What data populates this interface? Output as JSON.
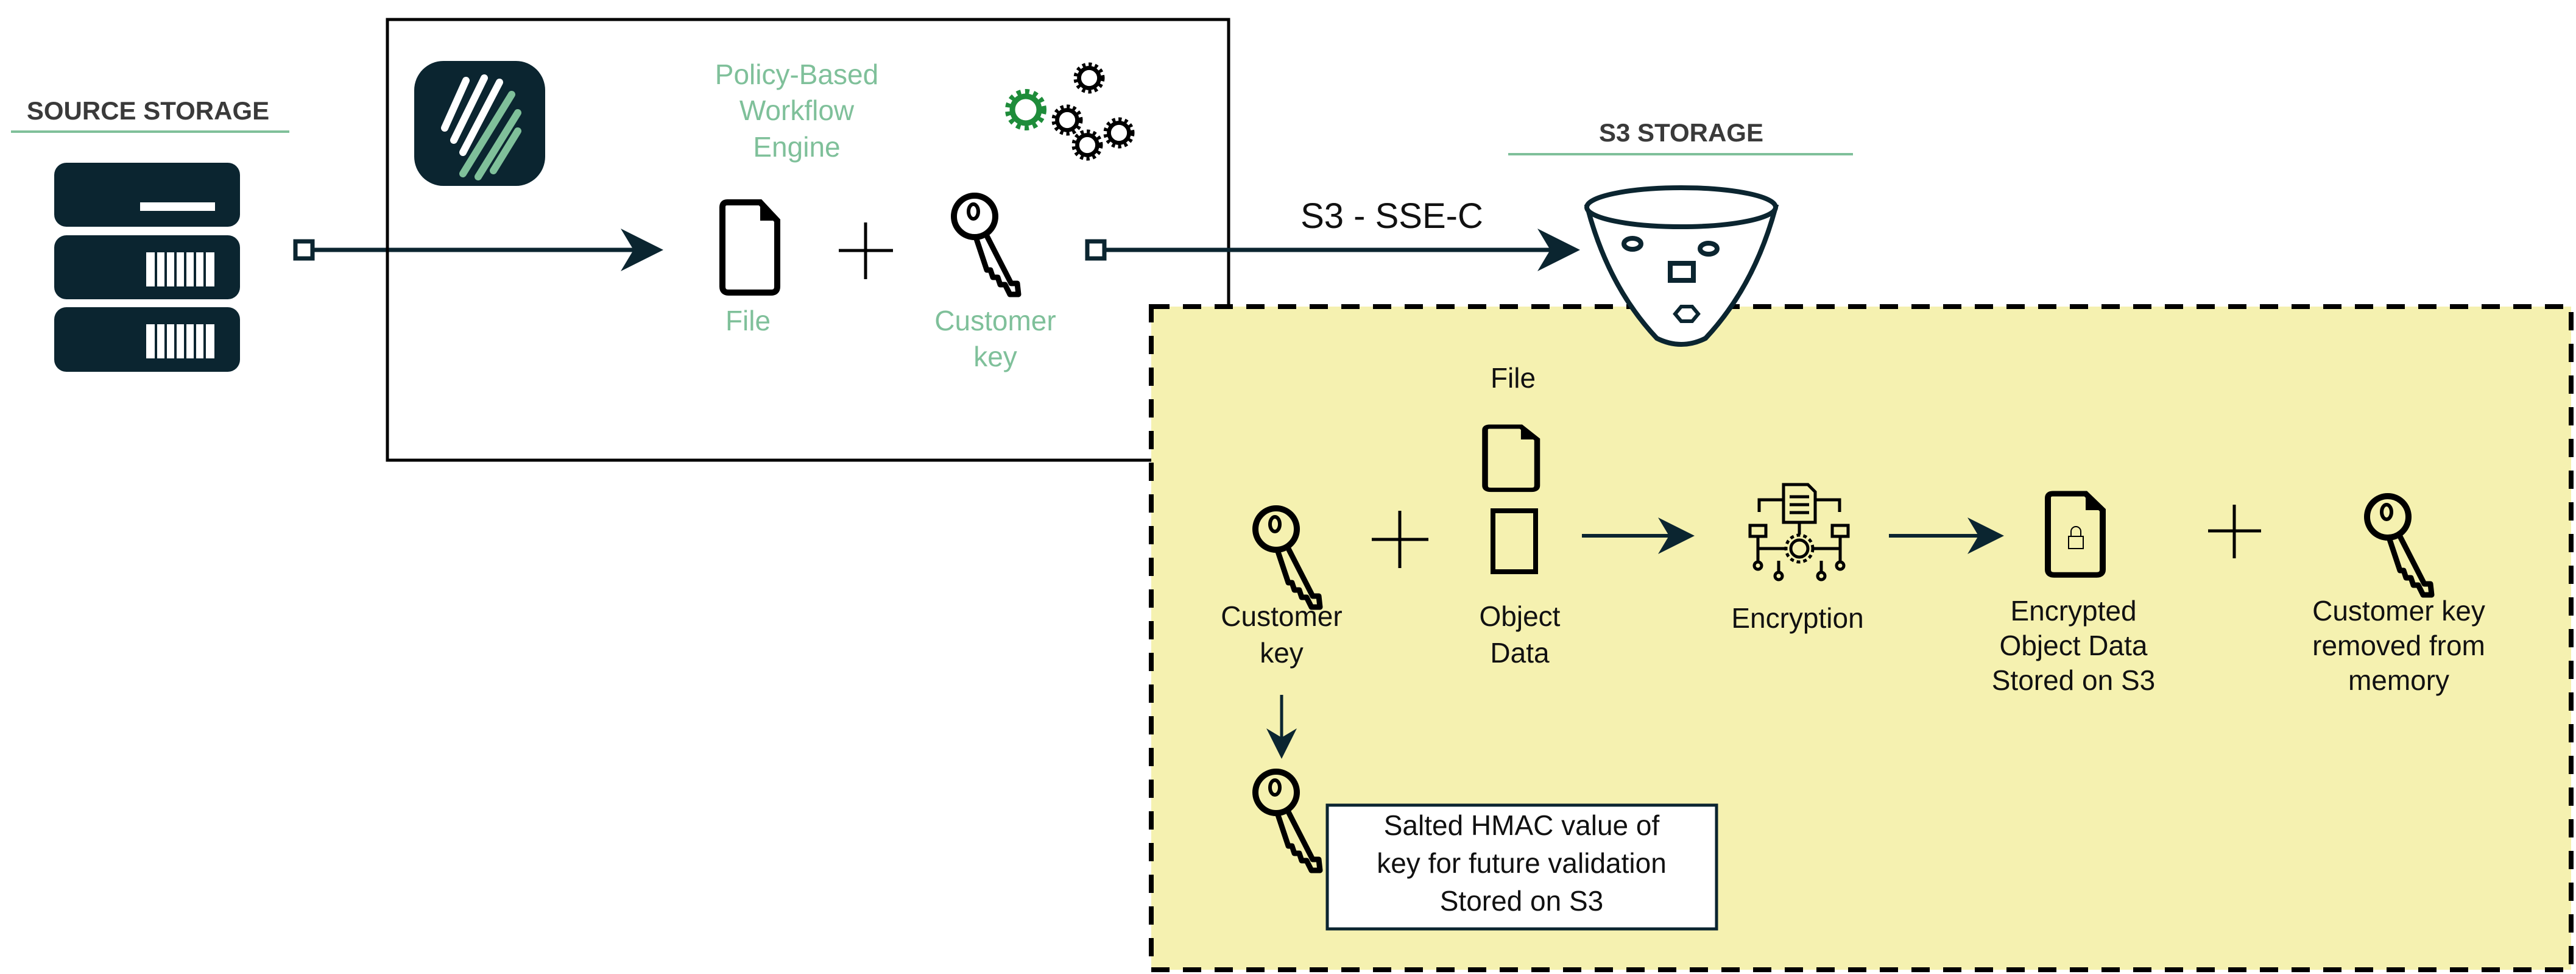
{
  "colors": {
    "navy": "#0b2530",
    "green_text": "#7fc09a",
    "gear_green": "#1e8c3a",
    "highlight_yellow": "#f5f1b0",
    "underline": "#7fc09a"
  },
  "source": {
    "title": "SOURCE STORAGE",
    "icon": "server-stack-icon"
  },
  "engine": {
    "logo": "app-logo-icon",
    "title_lines": [
      "Policy-Based",
      "Workflow",
      "Engine"
    ],
    "gears_icon": "gears-icon",
    "file_label": "File",
    "plus": "+",
    "key_label_lines": [
      "Customer",
      "key"
    ]
  },
  "connection": {
    "label": "S3 - SSE-C"
  },
  "s3": {
    "title": "S3 STORAGE",
    "icon": "bucket-icon"
  },
  "process": {
    "customer_key_lines": [
      "Customer",
      "key"
    ],
    "file_label": "File",
    "object_data_lines": [
      "Object",
      "Data"
    ],
    "encryption_label": "Encryption",
    "encrypted_lines": [
      "Encrypted",
      "Object Data",
      "Stored on S3"
    ],
    "removed_lines": [
      "Customer key",
      "removed from",
      "memory"
    ],
    "hmac_lines": [
      "Salted HMAC value of",
      "key for future validation",
      "Stored on S3"
    ]
  }
}
